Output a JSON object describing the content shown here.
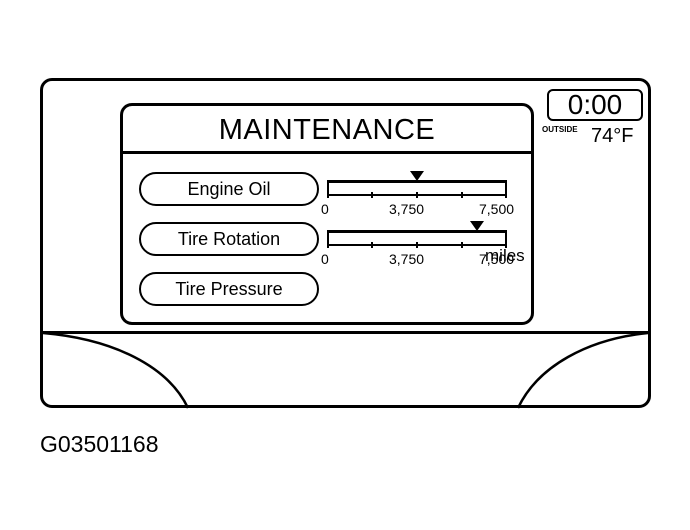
{
  "screen": {
    "title": "MAINTENANCE",
    "items": [
      {
        "label": "Engine Oil"
      },
      {
        "label": "Tire Rotation"
      },
      {
        "label": "Tire Pressure"
      }
    ],
    "gauges": [
      {
        "name": "Engine Oil",
        "min": 0,
        "max": 7500,
        "value": 3750,
        "scale_labels": [
          "0",
          "3,750",
          "7,500"
        ]
      },
      {
        "name": "Tire Rotation",
        "min": 0,
        "max": 7500,
        "value": 6300,
        "scale_labels": [
          "0",
          "3,750",
          "7,500"
        ]
      }
    ],
    "units": "miles"
  },
  "status": {
    "clock": "0:00",
    "outside_label": "OUTSIDE",
    "temperature": "74°F"
  },
  "caption": "G03501168"
}
